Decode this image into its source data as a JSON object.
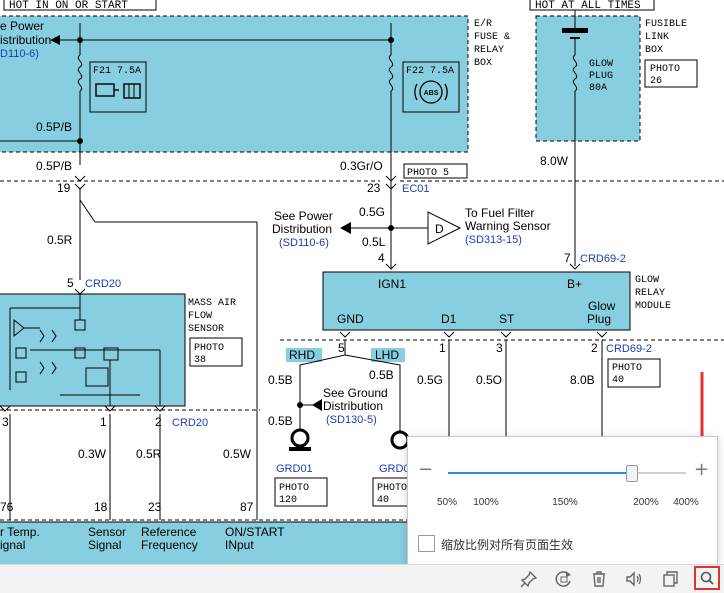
{
  "header_labels": {
    "left": "HOT IN ON OR START",
    "right": "HOT AT ALL TIMES"
  },
  "fuse_box": {
    "label_lines": [
      "E/R",
      "FUSE &",
      "RELAY",
      "BOX"
    ],
    "fuse_left": "F21 7.5A",
    "fuse_right": "F22 7.5A",
    "abs_text": "ABS",
    "power_dist_lines": [
      "e Power",
      "istribution",
      "D110-6)"
    ],
    "wire_left_inside": "0.5P/B"
  },
  "fusible_link": {
    "label_lines": [
      "FUSIBLE",
      "LINK",
      "BOX"
    ],
    "photo_lines": [
      "PHOTO",
      "26"
    ],
    "glow_plug_lines": [
      "GLOW",
      "PLUG",
      "80A"
    ]
  },
  "wires": {
    "left_p_b": "0.5P/B",
    "left_pin": "19",
    "left_r": "0.5R",
    "gr_o": "0.3Gr/O",
    "photo5": "PHOTO 5",
    "pin23": "23",
    "ec01": "EC01",
    "w05g": "0.5G",
    "w05l": "0.5L",
    "pin4": "4",
    "w80w": "8.0W",
    "pin7": "7",
    "crd69_top": "CRD69-2",
    "pin5_top": "5",
    "crd20_top": "CRD20"
  },
  "see_power": {
    "lines": [
      "See Power",
      "Distribution"
    ],
    "ref": "(SD110-6)"
  },
  "diode_letter": "D",
  "fuel_filter": {
    "lines": [
      "To Fuel Filter",
      "Warning Sensor"
    ],
    "ref": "(SD313-15)"
  },
  "relay_module": {
    "label_lines": [
      "GLOW",
      "RELAY",
      "MODULE"
    ],
    "ign1": "IGN1",
    "b_plus": "B+",
    "gnd": "GND",
    "d1": "D1",
    "st": "ST",
    "glow_plug": [
      "Glow",
      "Plug"
    ]
  },
  "maf_sensor": {
    "label_lines": [
      "MASS AIR",
      "FLOW",
      "SENSOR"
    ],
    "photo_lines": [
      "PHOTO",
      "38"
    ]
  },
  "lower_wires": {
    "pin3_left": "3",
    "pin1": "1",
    "pin2": "2",
    "crd20_bottom": "CRD20",
    "w03w": "0.3W",
    "w05r": "0.5R",
    "w05w": "0.5W",
    "rhd": "RHD",
    "lhd": "LHD",
    "pin5_gnd": "5",
    "w05b_a": "0.5B",
    "w05b_b": "0.5B",
    "w05b_c": "0.5B",
    "pin1_d1": "1",
    "pin3_st": "3",
    "pin2_gp": "2",
    "crd69_bottom": "CRD69-2",
    "w05g_b": "0.5G",
    "w05o": "0.5O",
    "w80b": "8.0B",
    "photo40_right": [
      "PHOTO",
      "40"
    ]
  },
  "see_ground": {
    "lines": [
      "See Ground",
      "Distribution"
    ],
    "ref": "(SD130-5)"
  },
  "grounds": {
    "grd01": "GRD01",
    "grd0x": "GRD0",
    "photo120": [
      "PHOTO",
      "120"
    ],
    "photo40": [
      "PHOTO",
      "40"
    ]
  },
  "ecm_pins": {
    "p76": "76",
    "p18": "18",
    "p23": "23",
    "p87": "87",
    "labels": [
      [
        "r Temp.",
        "ignal"
      ],
      [
        "Sensor",
        "Signal"
      ],
      [
        "Reference",
        "Frequency"
      ],
      [
        "ON/START",
        "INput"
      ]
    ]
  },
  "zoom": {
    "minus": "−",
    "plus": "+",
    "level_percent": 190,
    "ticks": [
      "50%",
      "100%",
      "150%",
      "200%",
      "400%"
    ],
    "apply_all_label": "缩放比例对所有页面生效",
    "apply_all_checked": false
  },
  "colors": {
    "module_fill": "#87cfe0",
    "accent": "#2d8be6",
    "highlight": "#e53030"
  },
  "toolbar_icons": [
    "pin-icon",
    "rotate-icon",
    "trash-icon",
    "speaker-icon",
    "copy-icon",
    "search-icon"
  ]
}
